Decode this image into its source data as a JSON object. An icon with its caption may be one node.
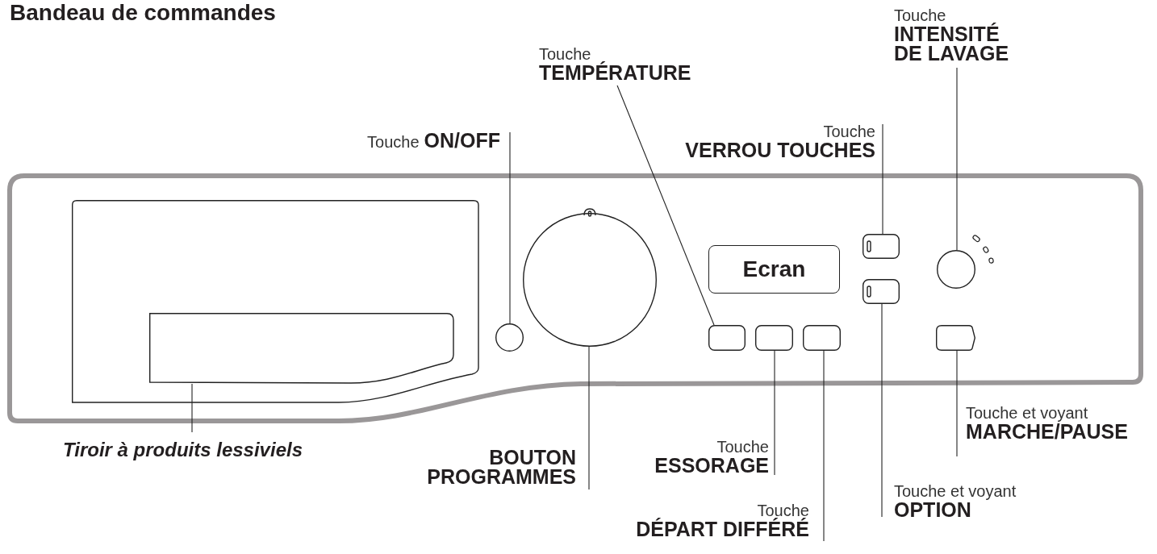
{
  "diagram": {
    "title": "Bandeau de commandes",
    "nodes": [
      {
        "text": [
          "Touche",
          "ON/OFF"
        ]
      },
      {
        "text": [
          "Touche",
          "TEMPÉRATURE"
        ]
      },
      {
        "text": [
          "Touche",
          "VERROU TOUCHES"
        ]
      },
      {
        "text": [
          "Touche",
          "INTENSITÉ DE LAVAGE"
        ]
      },
      {
        "text": [],
        "shape": "box"
      },
      {
        "text": [],
        "shape": "box",
        "in": 4
      },
      {
        "text": [],
        "shape": "circle"
      },
      {
        "text": [],
        "shape": "circle"
      },
      {
        "text": [
          "Ecran"
        ]
      },
      {
        "text": [],
        "shape": "box"
      },
      {
        "text": [],
        "shape": "box"
      },
      {
        "text": [],
        "shape": "box"
      },
      {
        "text": [],
        "shape": "box"
      },
      {
        "text": [],
        "shape": "box"
      },
      {
        "text": [],
        "shape": "circle"
      },
      {
        "text": [],
        "shape": "box"
      },
      {
        "text": [
          "Tiroir à produits lessiviels"
        ]
      },
      {
        "text": [
          "BOUTON PROGRAMMES"
        ]
      },
      {
        "text": [
          "Touche",
          "ESSORAGE"
        ]
      },
      {
        "text": [
          "Touche",
          "DÉPART DIFFÉRÉ"
        ]
      },
      {
        "text": [
          "Touche et voyant",
          "OPTION"
        ]
      },
      {
        "text": [
          "Touche et voyant",
          "MARCHE/PAUSE"
        ]
      }
    ],
    "edges": [
      {
        "from": 0,
        "to": 6,
        "arrow": "none"
      },
      {
        "from": 1,
        "to": 9,
        "arrow": "none"
      },
      {
        "from": 2,
        "to": 12,
        "arrow": "none"
      },
      {
        "from": 3,
        "to": 14,
        "arrow": "none"
      },
      {
        "from": 16,
        "to": 5,
        "arrow": "none"
      },
      {
        "from": 17,
        "to": 7,
        "arrow": "none"
      },
      {
        "from": 18,
        "to": 10,
        "arrow": "none"
      },
      {
        "from": 19,
        "to": 11,
        "arrow": "none"
      },
      {
        "from": 20,
        "to": 13,
        "arrow": "none"
      },
      {
        "from": 21,
        "to": 15,
        "arrow": "none"
      }
    ]
  }
}
